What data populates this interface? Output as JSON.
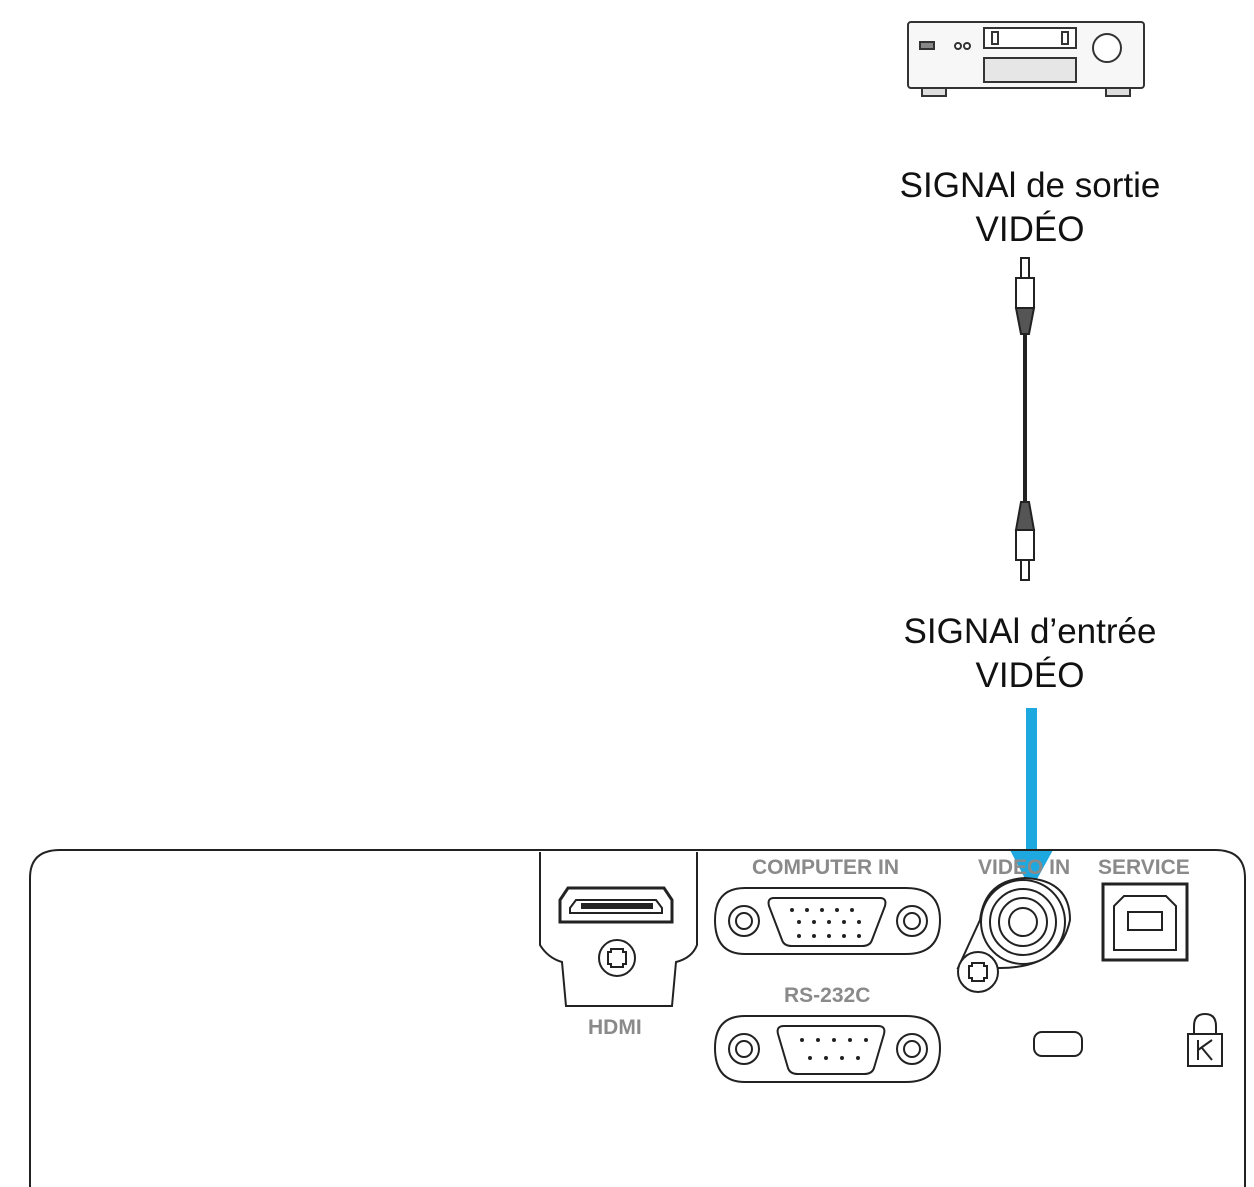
{
  "labels": {
    "output_line1": "SIGNAl de sortie",
    "output_line2": "VIDÉO",
    "input_line1": "SIGNAl d’entrée",
    "input_line2": "VIDÉO"
  },
  "ports": {
    "computer_in": "COMPUTER IN",
    "video_in": "VIDEO IN",
    "service": "SERVICE",
    "rs232c": "RS-232C",
    "hdmi": "HDMI"
  },
  "colors": {
    "arrow": "#1ea8e0",
    "line": "#222222",
    "port_label": "#8a8a8a"
  },
  "icons": [
    "video-player-device-icon",
    "rca-cable-icon",
    "kensington-lock-icon",
    "screw-icon"
  ]
}
